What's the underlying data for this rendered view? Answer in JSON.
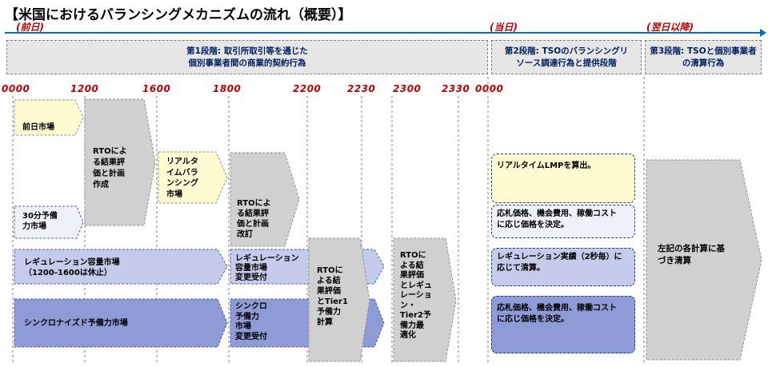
{
  "title": "【米国におけるバランシングメカニズムの流れ（概要）】",
  "timeline": {
    "prev_day": "(前日)",
    "today": "(当日)",
    "next_day": "(翌日以降)"
  },
  "stages": {
    "stage1_line1": "第1段階: 取引所取引等を通じた",
    "stage1_line2": "個別事業者間の商業的契約行為",
    "stage2_line1": "第2段階: TSOのバランシングリ",
    "stage2_line2": "ソース調達行為と提供段階",
    "stage3_line1": "第3段階: TSOと個別事業者",
    "stage3_line2": "の清算行為"
  },
  "times": [
    "0000",
    "1200",
    "1600",
    "1800",
    "2200",
    "2230",
    "2300",
    "2330",
    "0000"
  ],
  "blocks": {
    "day_ahead": "前日市場",
    "rto1_l1": "RTOによ",
    "rto1_l2": "る結果評",
    "rto1_l3": "価と計画",
    "rto1_l4": "作成",
    "rt_l1": "リアルタ",
    "rt_l2": "イムバラ",
    "rt_l3": "ンシング",
    "rt_l4": "市場",
    "rto2_l1": "RTOによ",
    "rto2_l2": "る結果評",
    "rto2_l3": "価と計画",
    "rto2_l4": "改訂",
    "min30_l1": "30分予備",
    "min30_l2": "力市場",
    "reg_l1": "レギュレーション容量市場",
    "reg_l2": "（1200-1600は休止）",
    "reg2_l1": "レギュレーション",
    "reg2_l2": "容量市場",
    "reg2_l3": "変更受付",
    "rto3_l1": "RTOに",
    "rto3_l2": "よる結",
    "rto3_l3": "果評価",
    "rto3_l4": "とTier1",
    "rto3_l5": "予備力",
    "rto3_l6": "計算",
    "rto4_l1": "RTOに",
    "rto4_l2": "よる結",
    "rto4_l3": "果評価",
    "rto4_l4": "とレギュ",
    "rto4_l5": "レーショ",
    "rto4_l6": "ン・",
    "rto4_l7": "Tier2予",
    "rto4_l8": "備力最",
    "rto4_l9": "適化",
    "sync": "シンクロナイズド予備力市場",
    "sync2_l1": "シンクロ",
    "sync2_l2": "予備力",
    "sync2_l3": "市場",
    "sync2_l4": "変更受付",
    "rt_lmp": "リアルタイムLMPを算出。",
    "bid1_l1": "応札価格、機会費用、稼働コスト",
    "bid1_l2": "に応じ価格を決定。",
    "reg_actual_l1": "レギュレーション実績（2秒毎）に",
    "reg_actual_l2": "応じて清算。",
    "bid2_l1": "応札価格、機会費用、稼働コスト",
    "bid2_l2": "に応じ価格を決定。",
    "settle_l1": "左記の各計算に基",
    "settle_l2": "づき清算"
  },
  "colors": {
    "axis_red": "#c00000",
    "timeline_blue": "#0070c0",
    "gray_arrow": "#d0d0d0",
    "yellow": "#fffbd0",
    "light_blue": "#c5cbea",
    "mid_blue": "#8f9bd6",
    "pale_blue": "#e8ecf7"
  }
}
